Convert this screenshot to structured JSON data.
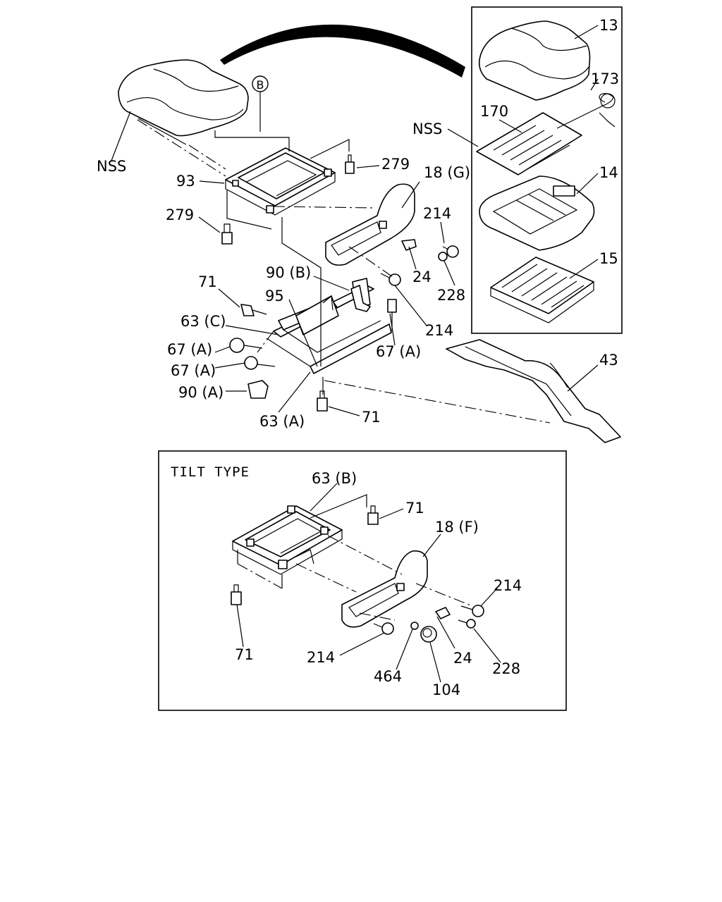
{
  "diagram": {
    "tilt_section_title": "TILT TYPE",
    "callout_b": "B",
    "main_labels": [
      {
        "id": "nss-left",
        "text": "NSS"
      },
      {
        "id": "93",
        "text": "93"
      },
      {
        "id": "279-left",
        "text": "279"
      },
      {
        "id": "279-right",
        "text": "279"
      },
      {
        "id": "18g",
        "text": "18 (G)"
      },
      {
        "id": "214-a",
        "text": "214"
      },
      {
        "id": "24",
        "text": "24"
      },
      {
        "id": "228",
        "text": "228"
      },
      {
        "id": "214-b",
        "text": "214"
      },
      {
        "id": "71-top",
        "text": "71"
      },
      {
        "id": "90b",
        "text": "90 (B)"
      },
      {
        "id": "95",
        "text": "95"
      },
      {
        "id": "63c",
        "text": "63 (C)"
      },
      {
        "id": "67a-1",
        "text": "67 (A)"
      },
      {
        "id": "67a-2",
        "text": "67 (A)"
      },
      {
        "id": "67a-3",
        "text": "67 (A)"
      },
      {
        "id": "90a",
        "text": "90 (A)"
      },
      {
        "id": "63a",
        "text": "63 (A)"
      },
      {
        "id": "71-bottom",
        "text": "71"
      },
      {
        "id": "43",
        "text": "43"
      }
    ],
    "inset_labels": [
      {
        "id": "13",
        "text": "13"
      },
      {
        "id": "173",
        "text": "173"
      },
      {
        "id": "nss-inset",
        "text": "NSS"
      },
      {
        "id": "170",
        "text": "170"
      },
      {
        "id": "14",
        "text": "14"
      },
      {
        "id": "15",
        "text": "15"
      }
    ],
    "tilt_labels": [
      {
        "id": "63b",
        "text": "63 (B)"
      },
      {
        "id": "71-t1",
        "text": "71"
      },
      {
        "id": "18f",
        "text": "18 (F)"
      },
      {
        "id": "214-t1",
        "text": "214"
      },
      {
        "id": "71-t2",
        "text": "71"
      },
      {
        "id": "214-t2",
        "text": "214"
      },
      {
        "id": "24-t",
        "text": "24"
      },
      {
        "id": "228-t",
        "text": "228"
      },
      {
        "id": "464",
        "text": "464"
      },
      {
        "id": "104",
        "text": "104"
      }
    ]
  }
}
